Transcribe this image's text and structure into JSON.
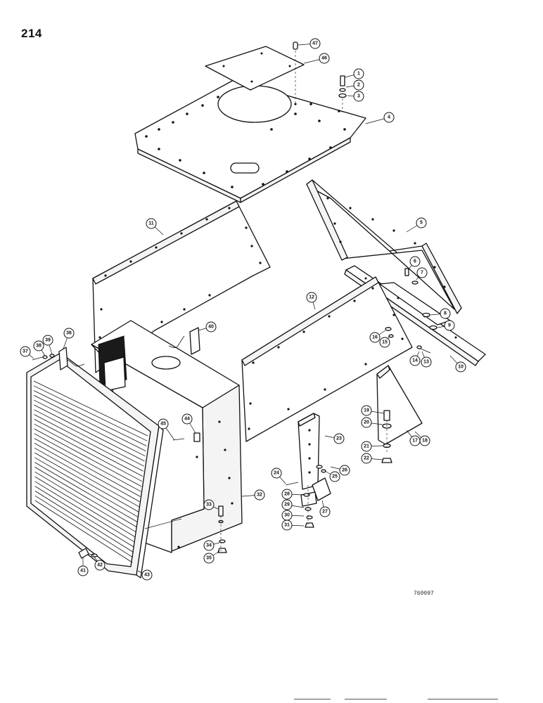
{
  "page_number": "214",
  "figure_code": "760097",
  "callouts": [
    {
      "id": "c1",
      "label": "1"
    },
    {
      "id": "c2",
      "label": "2"
    },
    {
      "id": "c3",
      "label": "3"
    },
    {
      "id": "c4",
      "label": "4"
    },
    {
      "id": "c5",
      "label": "5"
    },
    {
      "id": "c6",
      "label": "6"
    },
    {
      "id": "c7",
      "label": "7"
    },
    {
      "id": "c8",
      "label": "8"
    },
    {
      "id": "c9",
      "label": "9"
    },
    {
      "id": "c10",
      "label": "10"
    },
    {
      "id": "c11",
      "label": "11"
    },
    {
      "id": "c12",
      "label": "12"
    },
    {
      "id": "c13",
      "label": "13"
    },
    {
      "id": "c14",
      "label": "14"
    },
    {
      "id": "c15",
      "label": "15"
    },
    {
      "id": "c16",
      "label": "16"
    },
    {
      "id": "c17",
      "label": "17"
    },
    {
      "id": "c18",
      "label": "18"
    },
    {
      "id": "c19",
      "label": "19"
    },
    {
      "id": "c20",
      "label": "20"
    },
    {
      "id": "c21",
      "label": "21"
    },
    {
      "id": "c22",
      "label": "22"
    },
    {
      "id": "c23",
      "label": "23"
    },
    {
      "id": "c24",
      "label": "24"
    },
    {
      "id": "c25",
      "label": "25"
    },
    {
      "id": "c26",
      "label": "26"
    },
    {
      "id": "c27",
      "label": "27"
    },
    {
      "id": "c28",
      "label": "28"
    },
    {
      "id": "c29",
      "label": "29"
    },
    {
      "id": "c30",
      "label": "30"
    },
    {
      "id": "c31",
      "label": "31"
    },
    {
      "id": "c32",
      "label": "32"
    },
    {
      "id": "c33",
      "label": "33"
    },
    {
      "id": "c34",
      "label": "34"
    },
    {
      "id": "c35",
      "label": "35"
    },
    {
      "id": "c36",
      "label": "36"
    },
    {
      "id": "c37",
      "label": "37"
    },
    {
      "id": "c38",
      "label": "38"
    },
    {
      "id": "c39",
      "label": "39"
    },
    {
      "id": "c40",
      "label": "40"
    },
    {
      "id": "c41",
      "label": "41"
    },
    {
      "id": "c42",
      "label": "42"
    },
    {
      "id": "c43",
      "label": "43"
    },
    {
      "id": "c44",
      "label": "44"
    },
    {
      "id": "c45",
      "label": "45"
    },
    {
      "id": "c46",
      "label": "46"
    },
    {
      "id": "c47",
      "label": "47"
    }
  ]
}
